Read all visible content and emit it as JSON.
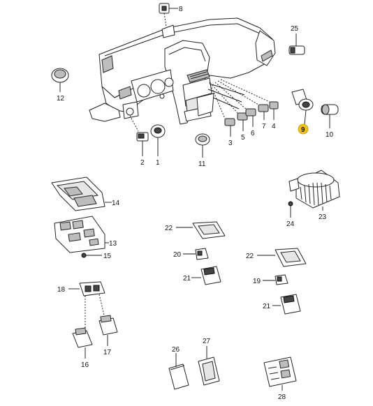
{
  "diagram": {
    "callouts": [
      {
        "id": "p1",
        "label": "1"
      },
      {
        "id": "p2",
        "label": "2"
      },
      {
        "id": "p3",
        "label": "3"
      },
      {
        "id": "p4",
        "label": "4"
      },
      {
        "id": "p5",
        "label": "5"
      },
      {
        "id": "p6",
        "label": "6"
      },
      {
        "id": "p7",
        "label": "7"
      },
      {
        "id": "p8",
        "label": "8"
      },
      {
        "id": "p9",
        "label": "9",
        "highlighted": true
      },
      {
        "id": "p10",
        "label": "10"
      },
      {
        "id": "p11",
        "label": "11"
      },
      {
        "id": "p12",
        "label": "12"
      },
      {
        "id": "p13",
        "label": "13"
      },
      {
        "id": "p14",
        "label": "14"
      },
      {
        "id": "p15",
        "label": "15"
      },
      {
        "id": "p16",
        "label": "16"
      },
      {
        "id": "p17",
        "label": "17"
      },
      {
        "id": "p18",
        "label": "18"
      },
      {
        "id": "p19",
        "label": "19"
      },
      {
        "id": "p20",
        "label": "20"
      },
      {
        "id": "p21a",
        "label": "21"
      },
      {
        "id": "p21b",
        "label": "21"
      },
      {
        "id": "p22a",
        "label": "22"
      },
      {
        "id": "p22b",
        "label": "22"
      },
      {
        "id": "p23",
        "label": "23"
      },
      {
        "id": "p24",
        "label": "24"
      },
      {
        "id": "p25",
        "label": "25"
      },
      {
        "id": "p26",
        "label": "26"
      },
      {
        "id": "p27",
        "label": "27"
      },
      {
        "id": "p28",
        "label": "28"
      }
    ],
    "colors": {
      "highlight": "#f2c318",
      "line": "#222222"
    }
  }
}
